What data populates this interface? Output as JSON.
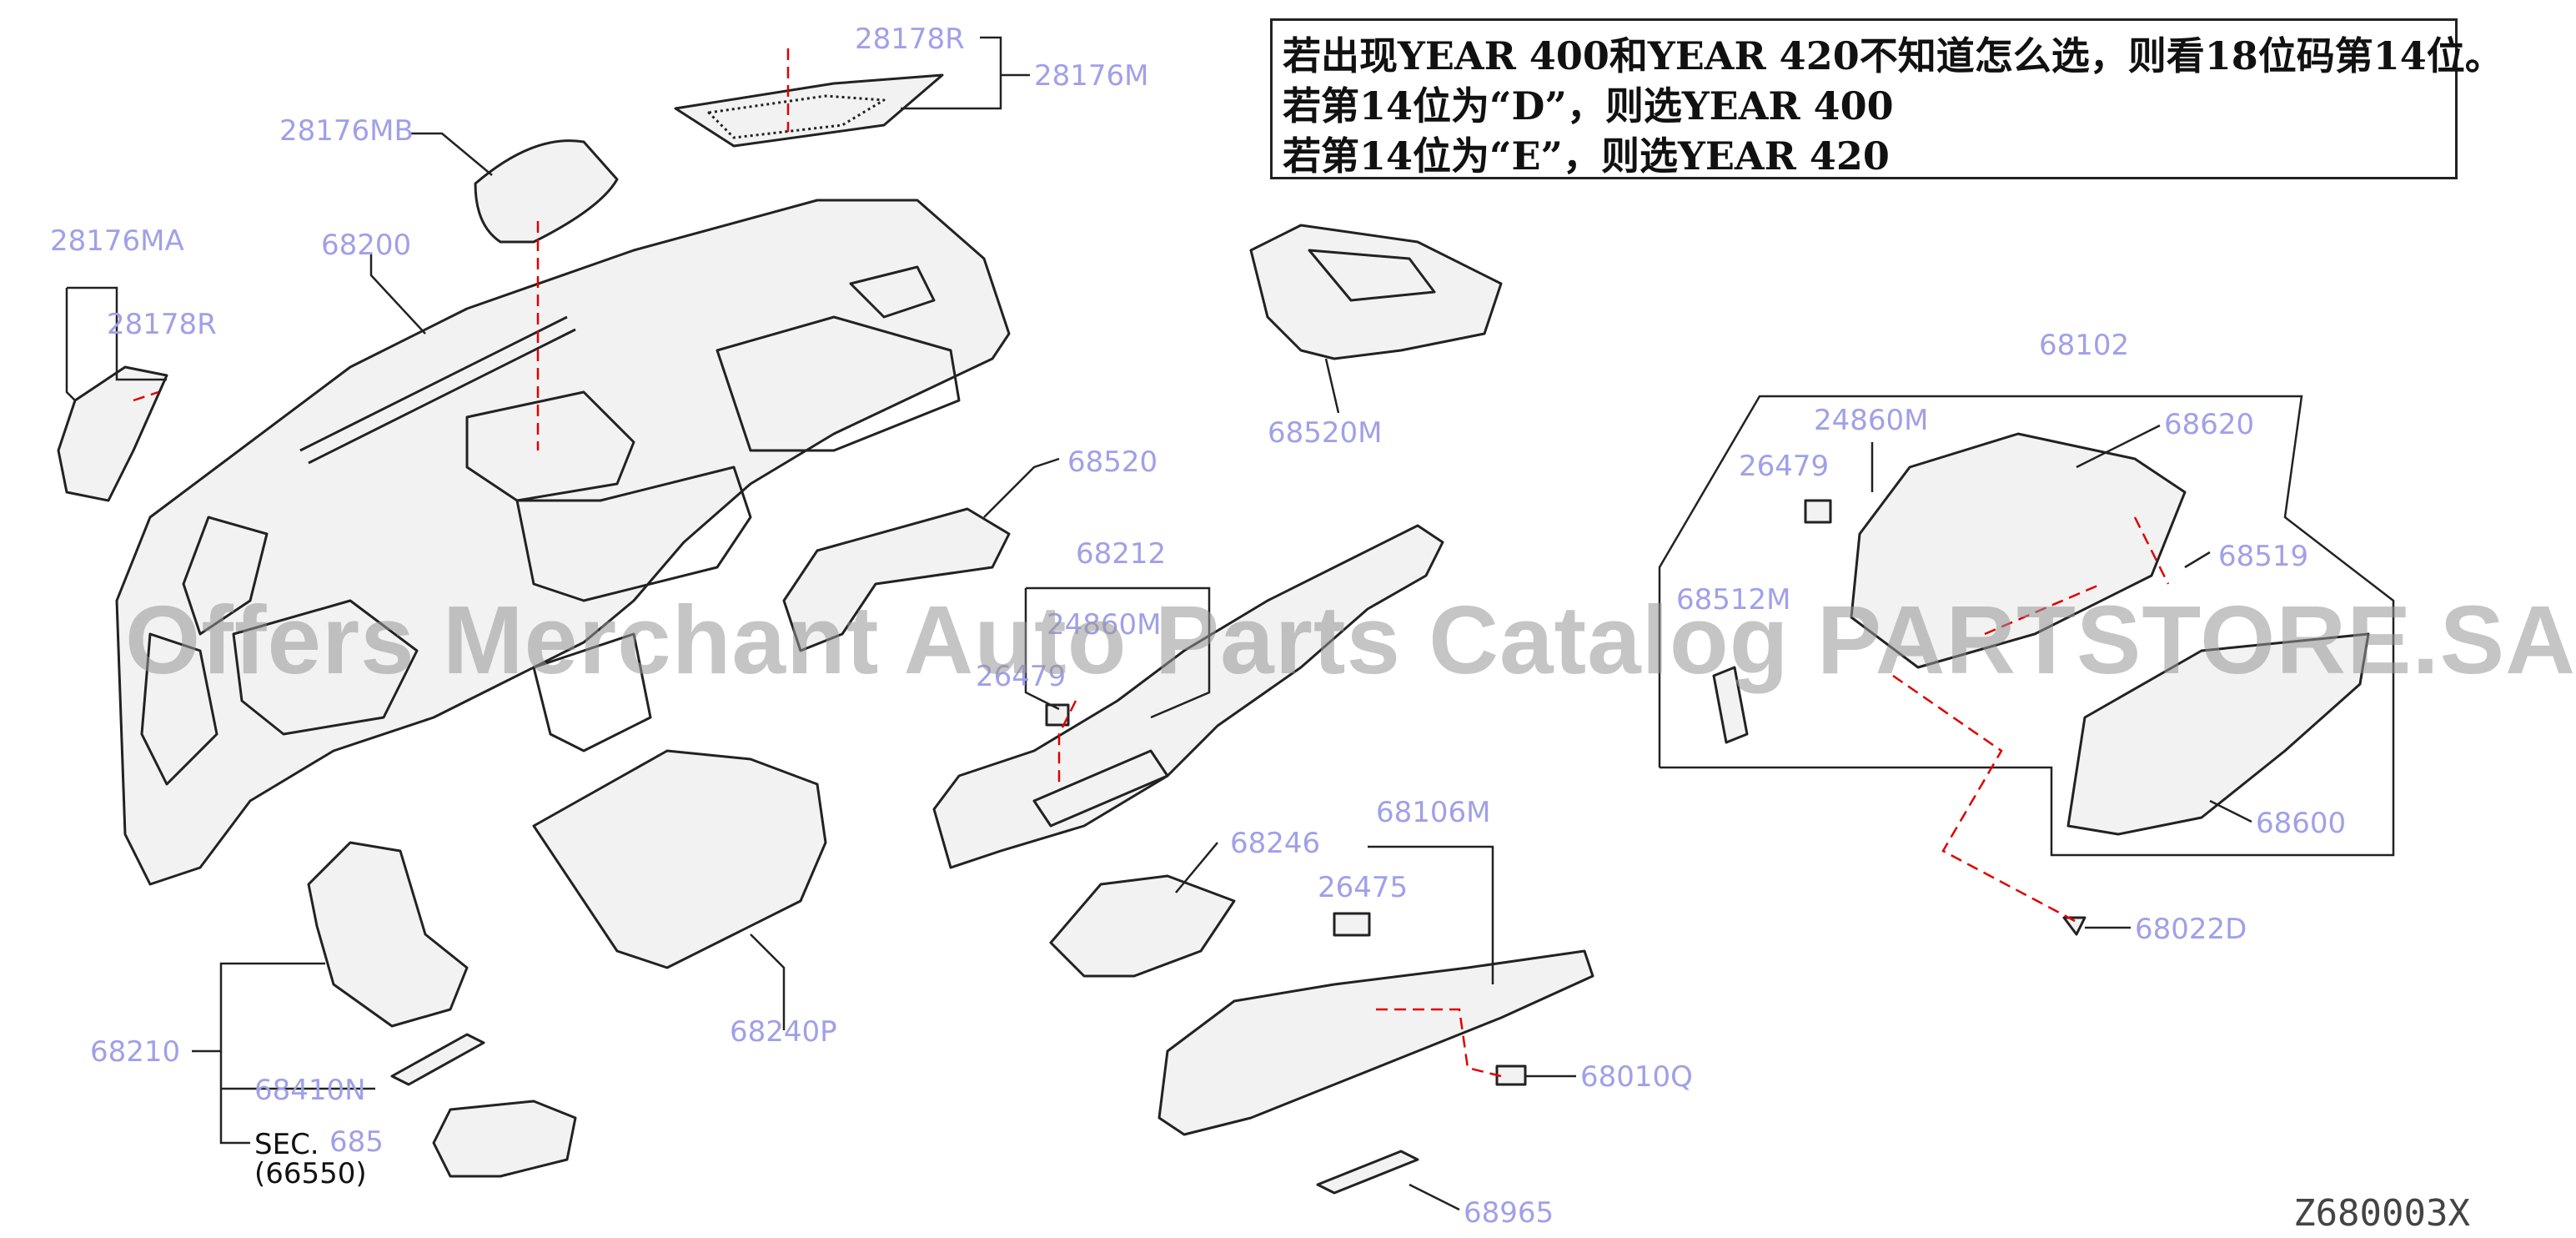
{
  "note": {
    "line1": "若出现YEAR 400和YEAR 420不知道怎么选，则看18位码第14位。",
    "line2": "若第14位为“D”，则选YEAR 400",
    "line3": "若第14位为“E”，则选YEAR 420"
  },
  "labels": {
    "p28178R_top": "28178R",
    "p28176M": "28176M",
    "p28176MB": "28176MB",
    "p28176MA": "28176MA",
    "p28178R_left": "28178R",
    "p68200": "68200",
    "p68520M": "68520M",
    "p68102": "68102",
    "p24860M": "24860M",
    "p68620": "68620",
    "p26479_right": "26479",
    "p68519": "68519",
    "p68512M": "68512M",
    "p68600": "68600",
    "p68022D": "68022D",
    "p68520": "68520",
    "p68212": "68212",
    "p24860M_mid": "24860M",
    "p26479_mid": "26479",
    "p68246": "68246",
    "p68106M": "68106M",
    "p26475": "26475",
    "p68010Q": "68010Q",
    "p68965": "68965",
    "p68240P": "68240P",
    "p68210": "68210",
    "p68410N": "68410N",
    "p685": "685",
    "sec": "SEC.",
    "sec_num": "(66550)"
  },
  "watermark": "Offers Merchant Auto Parts Catalog PARTSTORE.SA",
  "diagram_code": "Z680003X",
  "colors": {
    "label": "#a0a0e8",
    "line": "#222222",
    "dashed_leader": "#e00000"
  }
}
